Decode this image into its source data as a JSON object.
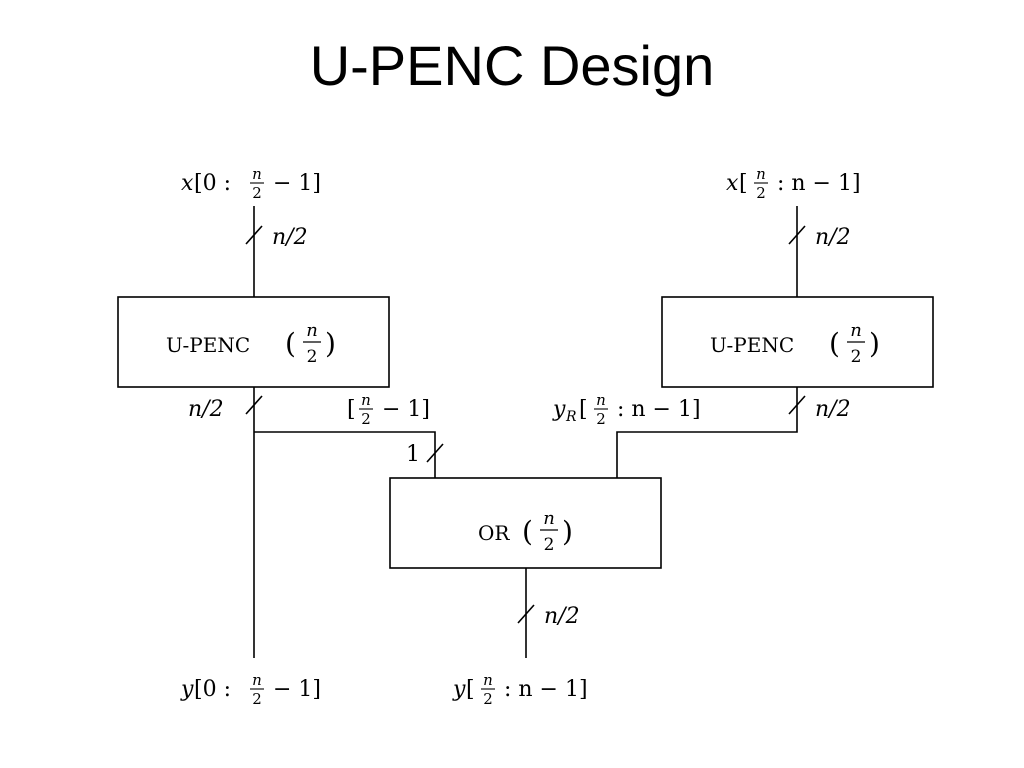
{
  "slide": {
    "title": "U-PENC Design"
  },
  "diagram": {
    "blocks": {
      "upenc_left": {
        "name": "U-PENC",
        "arg_num": "n",
        "arg_den": "2"
      },
      "upenc_right": {
        "name": "U-PENC",
        "arg_num": "n",
        "arg_den": "2"
      },
      "or_block": {
        "name": "OR",
        "arg_num": "n",
        "arg_den": "2"
      }
    },
    "inputs": {
      "left": {
        "var": "x",
        "open": "[0 : ",
        "num": "n",
        "den": "2",
        "close": " − 1]"
      },
      "right": {
        "var": "x",
        "open": "[",
        "num": "n",
        "den": "2",
        "close": " : n − 1]"
      }
    },
    "outputs": {
      "left": {
        "var": "y",
        "open": "[0 : ",
        "num": "n",
        "den": "2",
        "close": " − 1]"
      },
      "right": {
        "var": "y",
        "open": "[",
        "num": "n",
        "den": "2",
        "close": " : n − 1]"
      }
    },
    "signals": {
      "yr": {
        "var": "y",
        "sub": "R",
        "open": "[",
        "num": "n",
        "den": "2",
        "close": " : n − 1]"
      },
      "bit": {
        "open": "[",
        "num": "n",
        "den": "2",
        "close": " − 1]"
      }
    },
    "bus_widths": {
      "in_left": "n/2",
      "in_right": "n/2",
      "out_left_upenc": "n/2",
      "out_right_upenc": "n/2",
      "or_in_single": "1",
      "or_out": "n/2"
    }
  }
}
